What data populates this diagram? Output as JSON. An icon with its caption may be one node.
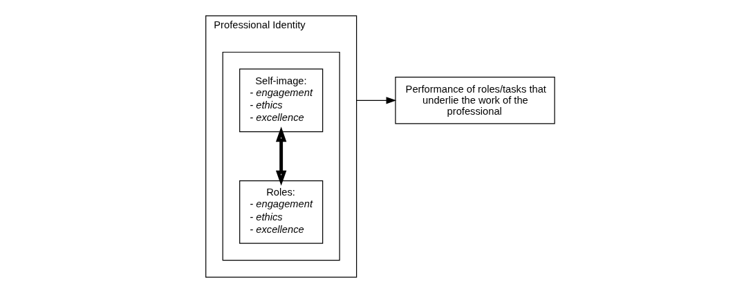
{
  "diagram": {
    "nodes": [
      {
        "text": [
          "Professional Identity"
        ]
      },
      {
        "text": [],
        "shape": "box",
        "in": 0
      },
      {
        "text": [
          "Self-image:",
          "- engagement",
          "- ethics",
          "- excellence"
        ],
        "in": 1
      },
      {
        "text": [
          "Roles:",
          "- engagement",
          "- ethics",
          "- excellence"
        ],
        "in": 1
      },
      {
        "text": [
          "Performance of roles/tasks that underlie the work of the professional"
        ]
      }
    ],
    "edges": [
      {
        "from": 2,
        "to": 3,
        "arrow": "both",
        "style": "thick"
      },
      {
        "from": 0,
        "to": 4,
        "arrow": "to"
      }
    ]
  }
}
